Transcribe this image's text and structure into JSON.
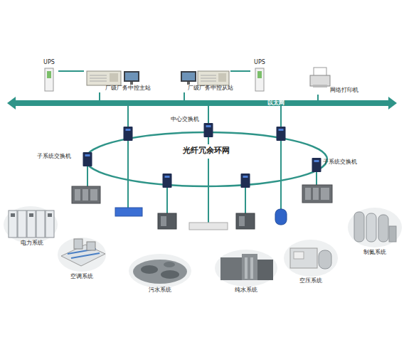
{
  "diagram": {
    "nodes": [
      {
        "text": [
          "UPS"
        ]
      },
      {
        "text": [
          "厂级厂务中控主站"
        ]
      },
      {
        "text": [
          "厂级厂务中控从站"
        ]
      },
      {
        "text": [
          "UPS"
        ]
      },
      {
        "text": [
          "网络打印机"
        ]
      },
      {
        "text": [
          "以太网"
        ]
      },
      {
        "text": [
          "中心交换机"
        ]
      },
      {
        "text": [
          "光纤冗余环网"
        ]
      },
      {
        "text": [
          "子系统交换机"
        ]
      },
      {
        "text": [
          "子系统交换机"
        ]
      },
      {
        "text": [
          "电力系统"
        ]
      },
      {
        "text": [
          "空调系统"
        ]
      },
      {
        "text": [
          "污水系统"
        ]
      },
      {
        "text": [
          "纯水系统"
        ]
      },
      {
        "text": [
          "空压系统"
        ]
      },
      {
        "text": [
          "制氮系统"
        ]
      }
    ],
    "edges": [
      {
        "from": 0,
        "to": 1,
        "arrow": "none"
      },
      {
        "from": 2,
        "to": 3,
        "arrow": "none"
      },
      {
        "from": 1,
        "to": 5,
        "arrow": "none"
      },
      {
        "from": 2,
        "to": 5,
        "arrow": "none"
      },
      {
        "from": 4,
        "to": 5,
        "arrow": "none"
      },
      {
        "from": 6,
        "to": 5,
        "arrow": "none"
      }
    ]
  }
}
